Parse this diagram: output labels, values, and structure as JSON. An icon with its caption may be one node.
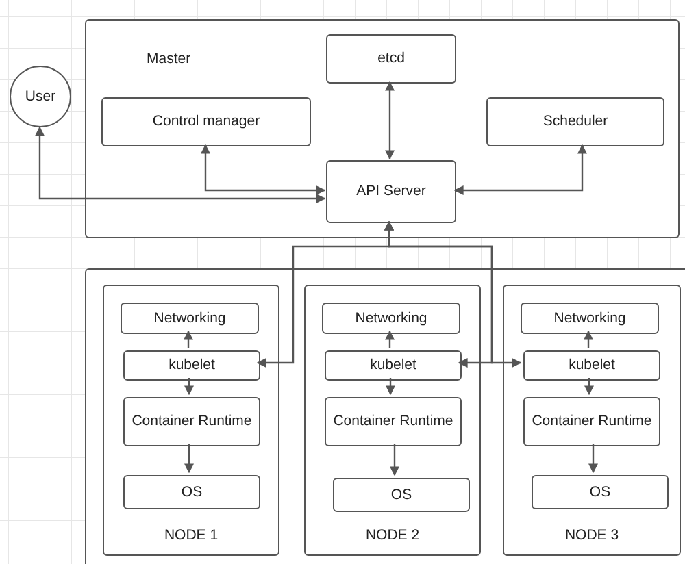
{
  "diagram": {
    "nodes": [
      {
        "text": [
          "User"
        ]
      },
      {
        "text": [
          "Master"
        ]
      },
      {
        "text": [
          "etcd"
        ],
        "in": 1
      },
      {
        "text": [
          "Control manager"
        ],
        "in": 1
      },
      {
        "text": [
          "Scheduler"
        ],
        "in": 1
      },
      {
        "text": [
          "API Server"
        ],
        "in": 1
      },
      {
        "text": [],
        "shape": "box"
      },
      {
        "text": [
          "NODE 1"
        ],
        "in": 6
      },
      {
        "text": [
          "Networking"
        ],
        "in": 7
      },
      {
        "text": [
          "kubelet"
        ],
        "in": 7
      },
      {
        "text": [
          "Container Runtime"
        ],
        "in": 7
      },
      {
        "text": [
          "OS"
        ],
        "in": 7
      },
      {
        "text": [
          "NODE 2"
        ],
        "in": 6
      },
      {
        "text": [
          "Networking"
        ],
        "in": 12
      },
      {
        "text": [
          "kubelet"
        ],
        "in": 12
      },
      {
        "text": [
          "Container Runtime"
        ],
        "in": 12
      },
      {
        "text": [
          "OS"
        ],
        "in": 12
      },
      {
        "text": [
          "NODE 3"
        ],
        "in": 6
      },
      {
        "text": [
          "Networking"
        ],
        "in": 17
      },
      {
        "text": [
          "kubelet"
        ],
        "in": 17
      },
      {
        "text": [
          "Container Runtime"
        ],
        "in": 17
      },
      {
        "text": [
          "OS"
        ],
        "in": 17
      }
    ],
    "edges": [
      {
        "from": 0,
        "to": 5,
        "arrow": "both"
      },
      {
        "from": 3,
        "to": 5,
        "arrow": "both"
      },
      {
        "from": 2,
        "to": 5,
        "arrow": "both"
      },
      {
        "from": 4,
        "to": 5,
        "arrow": "both"
      },
      {
        "from": 5,
        "to": 9,
        "arrow": "both"
      },
      {
        "from": 5,
        "to": 14,
        "arrow": "both"
      },
      {
        "from": 5,
        "to": 19,
        "arrow": "both"
      },
      {
        "from": 9,
        "to": 8,
        "arrow": "to"
      },
      {
        "from": 9,
        "to": 10,
        "arrow": "to"
      },
      {
        "from": 10,
        "to": 11,
        "arrow": "to"
      },
      {
        "from": 14,
        "to": 13,
        "arrow": "to"
      },
      {
        "from": 14,
        "to": 15,
        "arrow": "to"
      },
      {
        "from": 15,
        "to": 16,
        "arrow": "to"
      },
      {
        "from": 19,
        "to": 18,
        "arrow": "to"
      },
      {
        "from": 19,
        "to": 20,
        "arrow": "to"
      },
      {
        "from": 20,
        "to": 21,
        "arrow": "to"
      }
    ]
  }
}
